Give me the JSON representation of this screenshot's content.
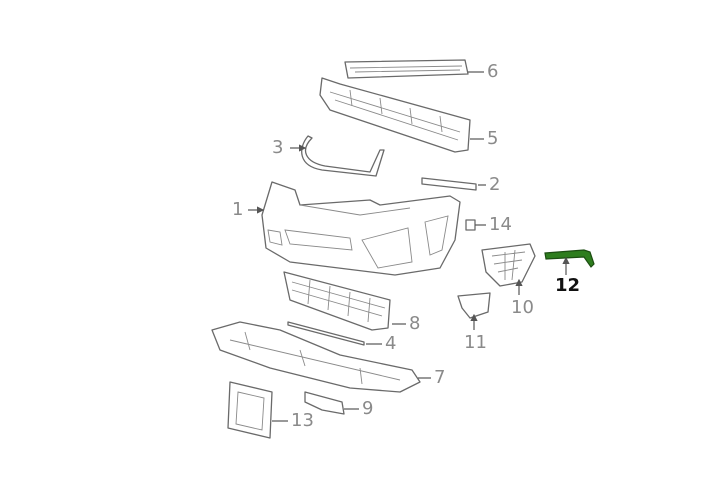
{
  "diagram": {
    "highlight_color": "#2e7d1e",
    "callouts": [
      {
        "id": "6",
        "label": "6",
        "highlighted": false
      },
      {
        "id": "5",
        "label": "5",
        "highlighted": false
      },
      {
        "id": "3",
        "label": "3",
        "highlighted": false
      },
      {
        "id": "2",
        "label": "2",
        "highlighted": false
      },
      {
        "id": "1",
        "label": "1",
        "highlighted": false
      },
      {
        "id": "14",
        "label": "14",
        "highlighted": false
      },
      {
        "id": "12",
        "label": "12",
        "highlighted": true
      },
      {
        "id": "10",
        "label": "10",
        "highlighted": false
      },
      {
        "id": "11",
        "label": "11",
        "highlighted": false
      },
      {
        "id": "8",
        "label": "8",
        "highlighted": false
      },
      {
        "id": "4",
        "label": "4",
        "highlighted": false
      },
      {
        "id": "7",
        "label": "7",
        "highlighted": false
      },
      {
        "id": "9",
        "label": "9",
        "highlighted": false
      },
      {
        "id": "13",
        "label": "13",
        "highlighted": false
      }
    ]
  }
}
